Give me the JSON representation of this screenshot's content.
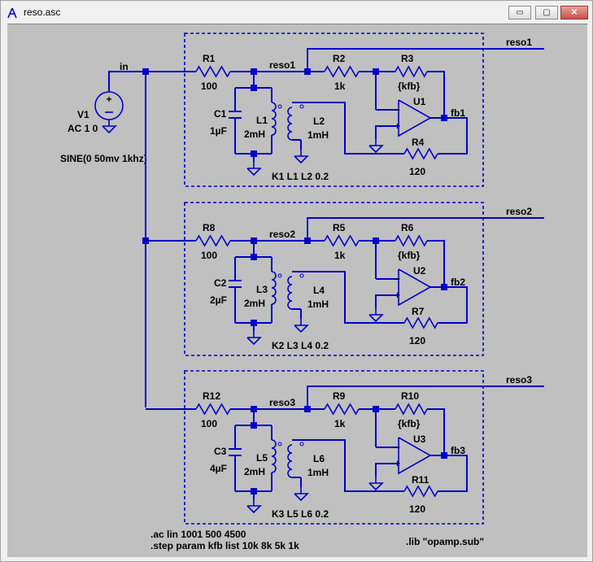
{
  "window": {
    "title": "reso.asc",
    "buttons": {
      "minimize": "▭",
      "maximize": "▢",
      "close": "✕"
    }
  },
  "colors": {
    "wire": "#0000c8",
    "background": "#c0c0c0",
    "text": "#000000"
  },
  "schematic": {
    "source": {
      "name": "V1",
      "value": "AC 1 0",
      "sine": "SINE(0 50mv 1khz)",
      "node": "in"
    },
    "stages": [
      {
        "net": "reso1",
        "label": "reso1",
        "fb": "fb1",
        "r_in": {
          "name": "R1",
          "value": "100"
        },
        "cap": {
          "name": "C1",
          "value": "1µF"
        },
        "l_pri": {
          "name": "L1",
          "value": "2mH"
        },
        "l_sec": {
          "name": "L2",
          "value": "1mH"
        },
        "r_series": {
          "name": "R2",
          "value": "1k"
        },
        "r_fb": {
          "name": "R3",
          "value": "{kfb}"
        },
        "opamp": "U1",
        "r_load": {
          "name": "R4",
          "value": "120"
        },
        "coupling": "K1 L1 L2 0.2"
      },
      {
        "net": "reso2",
        "label": "reso2",
        "fb": "fb2",
        "r_in": {
          "name": "R8",
          "value": "100"
        },
        "cap": {
          "name": "C2",
          "value": "2µF"
        },
        "l_pri": {
          "name": "L3",
          "value": "2mH"
        },
        "l_sec": {
          "name": "L4",
          "value": "1mH"
        },
        "r_series": {
          "name": "R5",
          "value": "1k"
        },
        "r_fb": {
          "name": "R6",
          "value": "{kfb}"
        },
        "opamp": "U2",
        "r_load": {
          "name": "R7",
          "value": "120"
        },
        "coupling": "K2 L3 L4 0.2"
      },
      {
        "net": "reso3",
        "label": "reso3",
        "fb": "fb3",
        "r_in": {
          "name": "R12",
          "value": "100"
        },
        "cap": {
          "name": "C3",
          "value": "4µF"
        },
        "l_pri": {
          "name": "L5",
          "value": "2mH"
        },
        "l_sec": {
          "name": "L6",
          "value": "1mH"
        },
        "r_series": {
          "name": "R9",
          "value": "1k"
        },
        "r_fb": {
          "name": "R10",
          "value": "{kfb}"
        },
        "opamp": "U3",
        "r_load": {
          "name": "R11",
          "value": "120"
        },
        "coupling": "K3 L5 L6 0.2"
      }
    ],
    "directives": {
      "ac": ".ac lin 1001 500 4500",
      "step": ".step param kfb list 10k 8k 5k 1k",
      "lib": ".lib \"opamp.sub\""
    }
  }
}
